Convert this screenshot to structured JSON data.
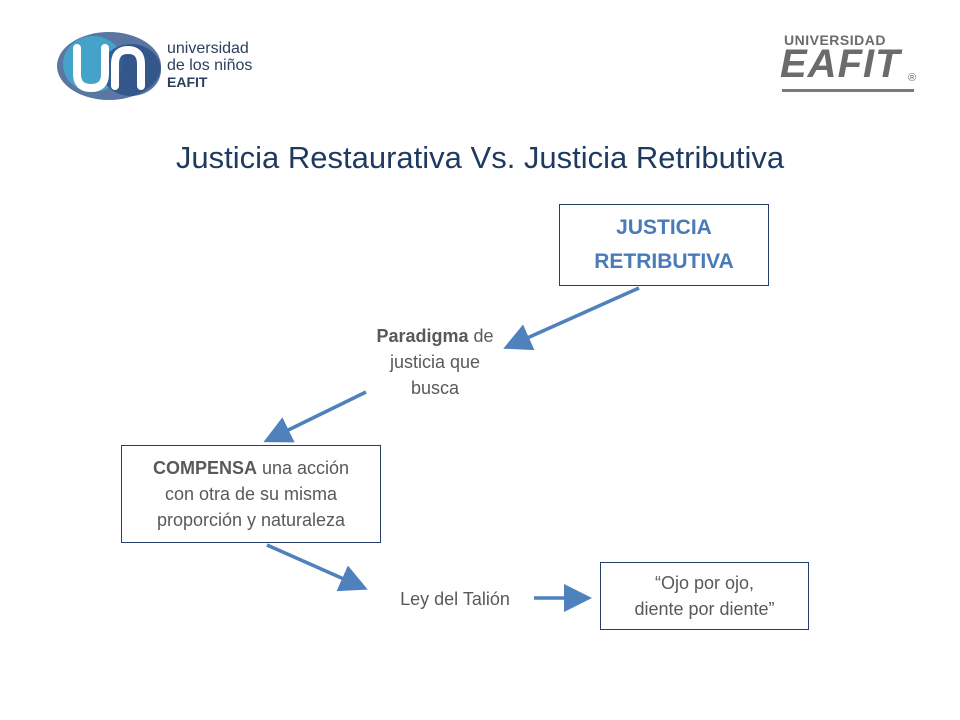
{
  "logos": {
    "ninos": {
      "line1": "universidad",
      "line2": "de los niños",
      "line3": "EAFIT"
    },
    "eafit": {
      "top": "UNIVERSIDAD",
      "main": "EAFIT",
      "reg": "®"
    }
  },
  "title": "Justicia Restaurativa Vs. Justicia Retributiva",
  "nodes": {
    "retributiva": {
      "line1": "JUSTICIA",
      "line2": "RETRIBUTIVA"
    },
    "paradigma": {
      "bold": "Paradigma",
      "rest1": " de",
      "line2": "justicia que",
      "line3": "busca"
    },
    "compensa": {
      "bold": "COMPENSA",
      "rest1": " una acción",
      "line2": "con otra de su misma",
      "line3": "proporción y naturaleza"
    },
    "ley": "Ley del Talión",
    "ojo": {
      "line1": "“Ojo por ojo,",
      "line2": "diente por diente”"
    }
  },
  "colors": {
    "title": "#1f3a5f",
    "accent": "#4a7ab8",
    "arrow": "#4f81bd",
    "border": "#24406a",
    "text": "#595959"
  }
}
